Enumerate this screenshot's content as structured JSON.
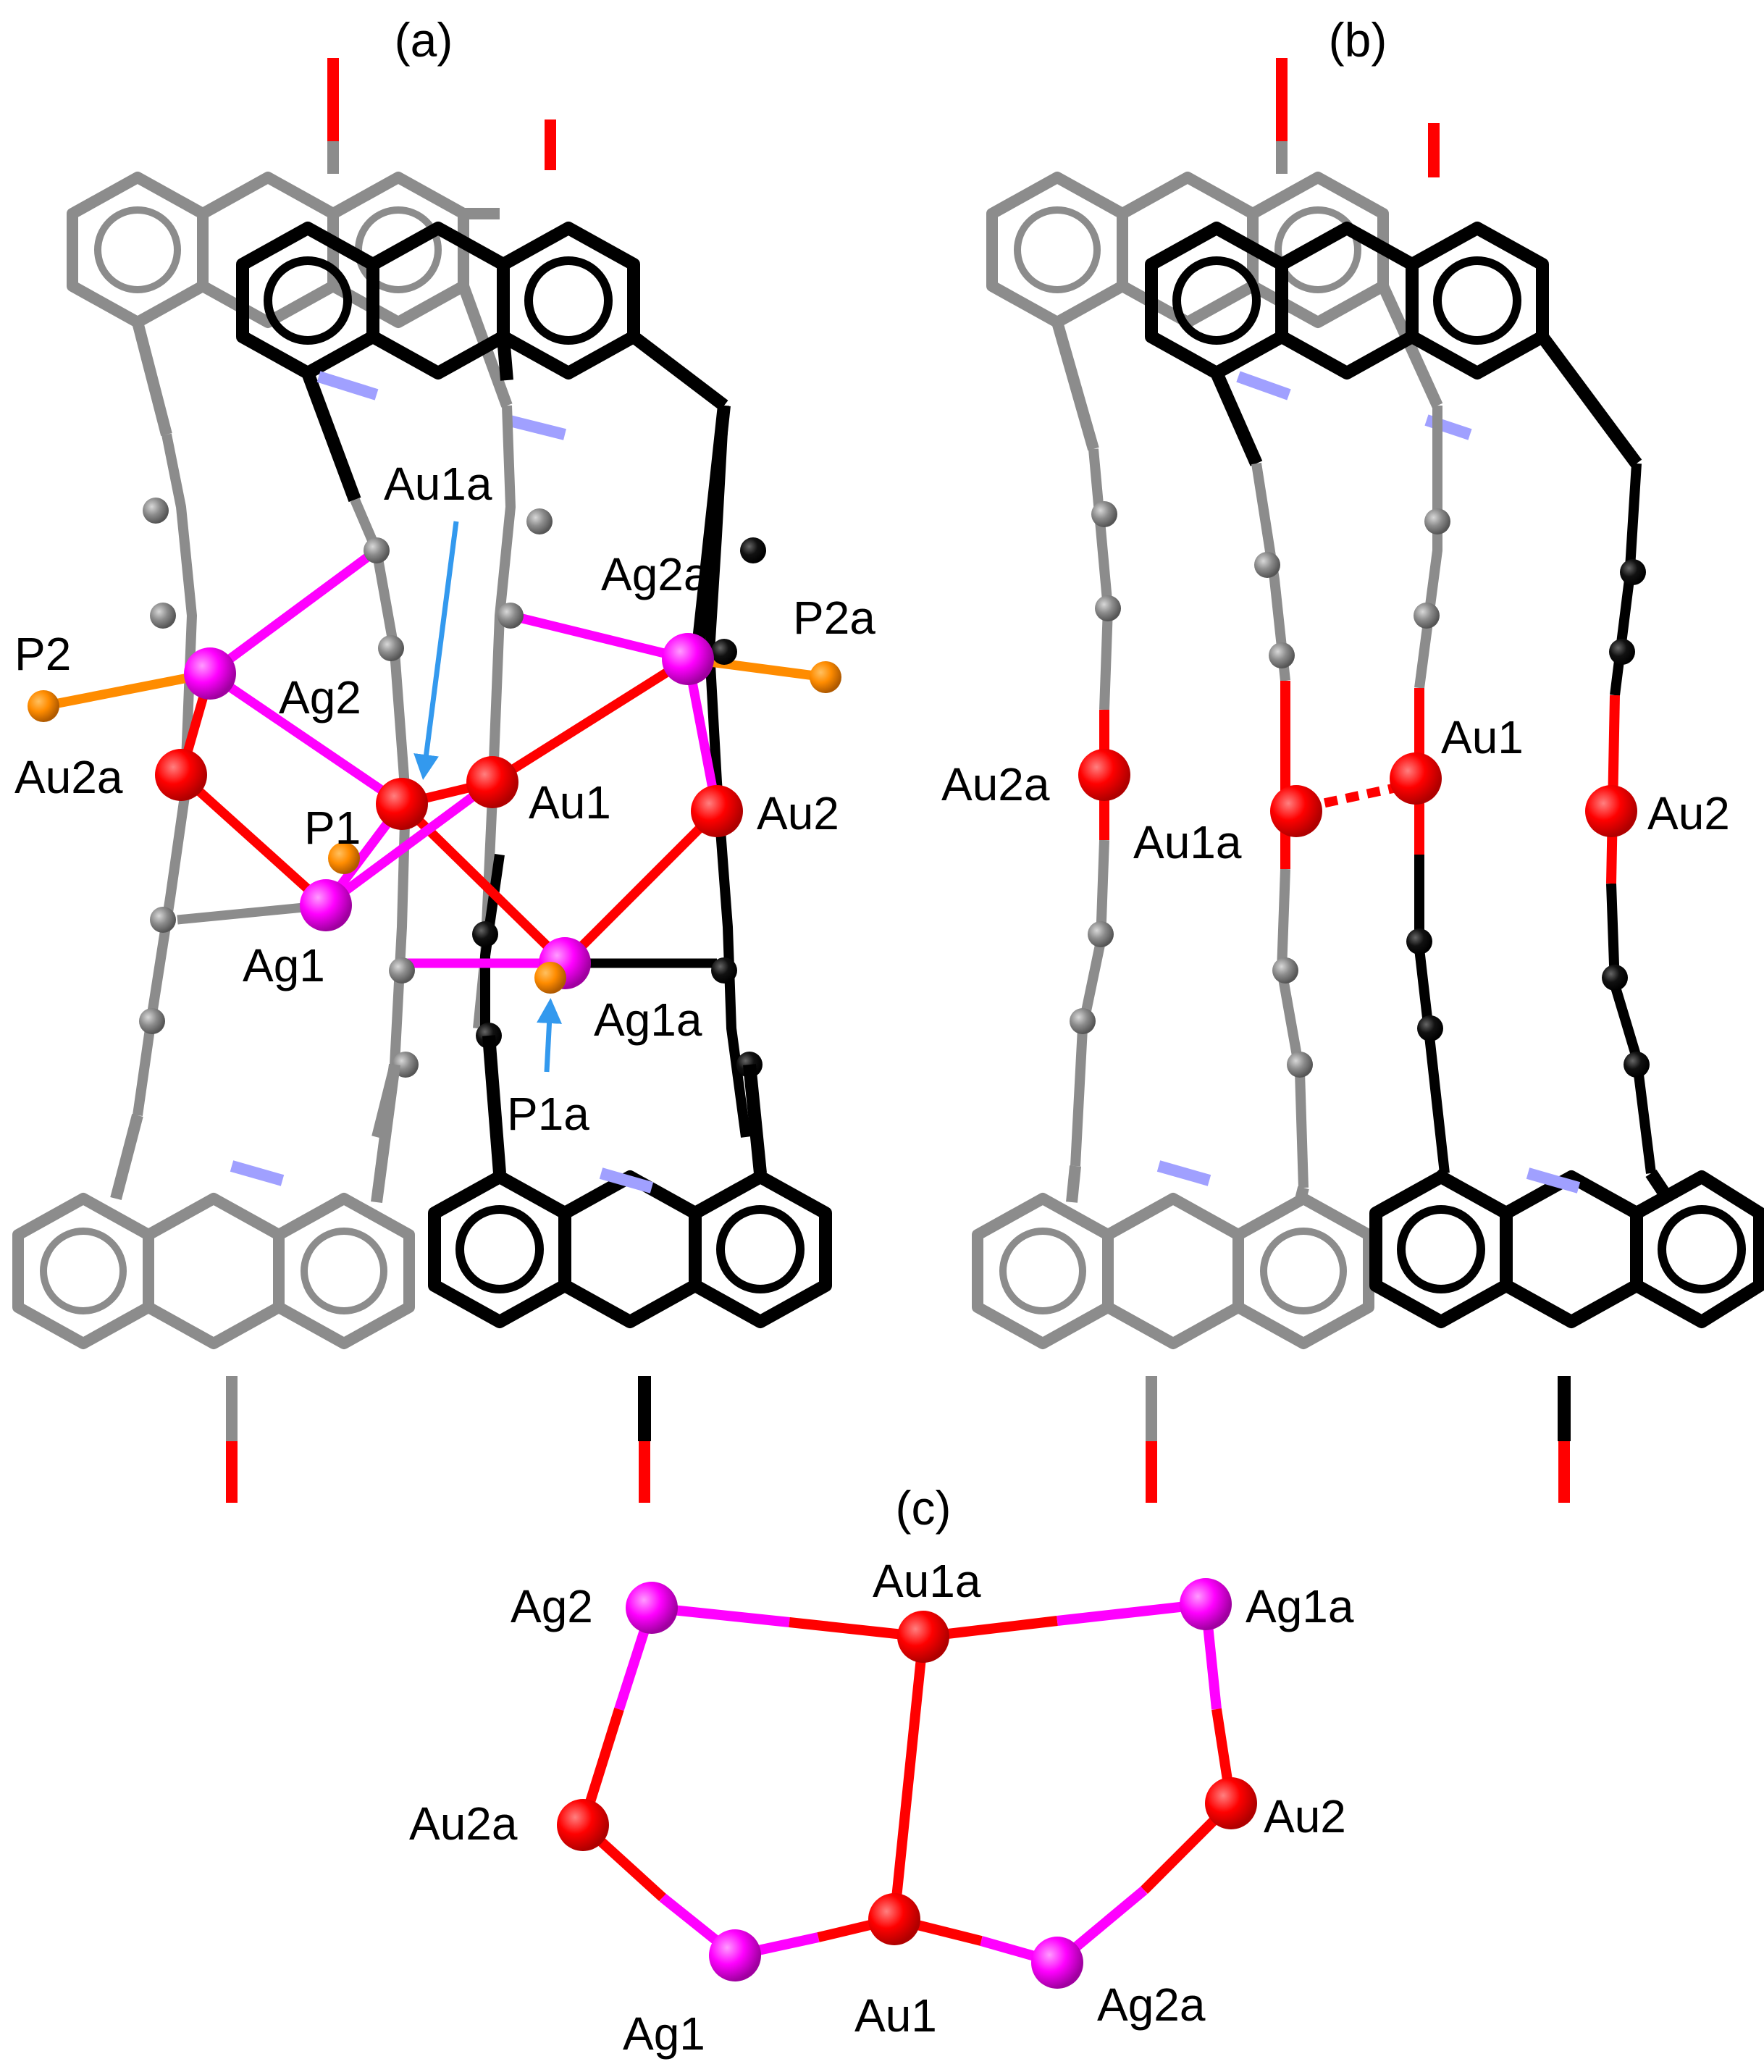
{
  "colors": {
    "gray": "#8c8c8c",
    "black": "#000000",
    "red": "#ff0000",
    "magenta": "#ff00ff",
    "orange": "#ff8c00",
    "nitrogen": "#a0a0ff",
    "arrow": "#3399ee"
  },
  "panels": {
    "a": {
      "label": "(a)",
      "atom_labels": {
        "Au1a": "Au1a",
        "Ag2a": "Ag2a",
        "P2a": "P2a",
        "P2": "P2",
        "Ag2": "Ag2",
        "Au2a": "Au2a",
        "P1": "P1",
        "Au1": "Au1",
        "Au2": "Au2",
        "Ag1": "Ag1",
        "Ag1a": "Ag1a",
        "P1a": "P1a"
      }
    },
    "b": {
      "label": "(b)",
      "atom_labels": {
        "Au2a": "Au2a",
        "Au1a": "Au1a",
        "Au1": "Au1",
        "Au2": "Au2"
      }
    },
    "c": {
      "label": "(c)",
      "atom_labels": {
        "Ag2": "Ag2",
        "Au1a": "Au1a",
        "Ag1a": "Ag1a",
        "Au2a": "Au2a",
        "Au2": "Au2",
        "Ag1": "Ag1",
        "Au1": "Au1",
        "Ag2a": "Ag2a"
      }
    }
  }
}
